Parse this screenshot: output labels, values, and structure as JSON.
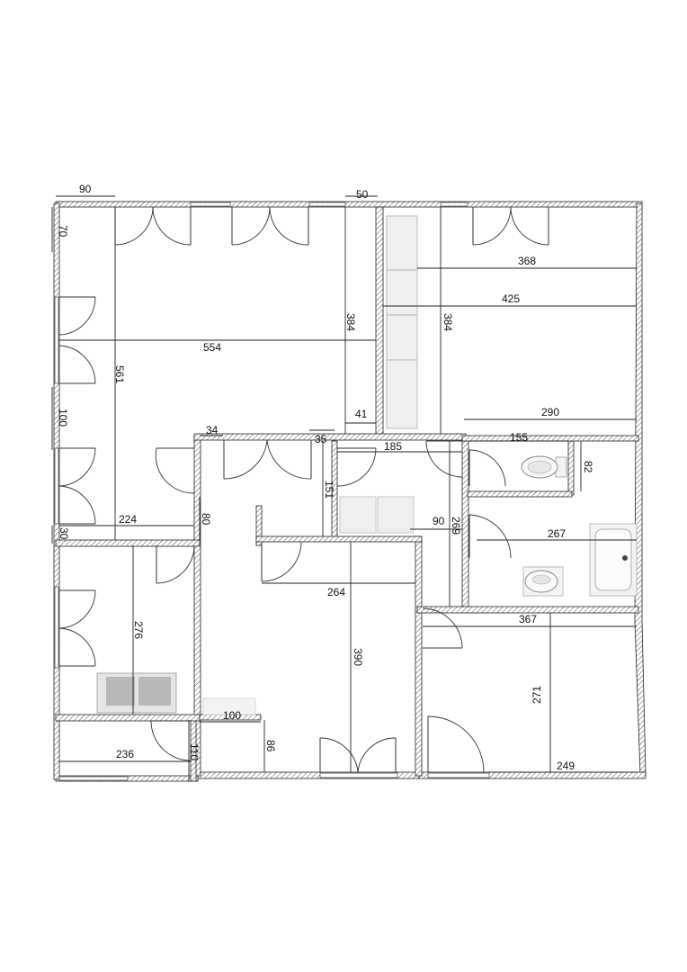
{
  "dimensions": {
    "d90": "90",
    "d50": "50",
    "d70": "70",
    "d384a": "384",
    "d384b": "384",
    "d368": "368",
    "d425": "425",
    "d554": "554",
    "d561": "561",
    "d41": "41",
    "d290": "290",
    "d100a": "100",
    "d34": "34",
    "d35": "35",
    "d185": "185",
    "d155": "155",
    "d82": "82",
    "d151": "151",
    "d224": "224",
    "d80": "80",
    "d30": "30",
    "d90b": "90",
    "d269": "269",
    "d267": "267",
    "d264": "264",
    "d276": "276",
    "d390": "390",
    "d367": "367",
    "d271": "271",
    "d100b": "100",
    "d236": "236",
    "d110": "110",
    "d86": "86",
    "d249": "249"
  },
  "colors": {
    "wall_hatch": "#555555",
    "line": "#222222",
    "fixture_fill": "#f0f0f0",
    "fixture_dark": "#b8b8b8"
  },
  "icons": {
    "toilet": "toilet-icon",
    "bathtub": "bathtub-icon",
    "sink": "sink-icon"
  }
}
